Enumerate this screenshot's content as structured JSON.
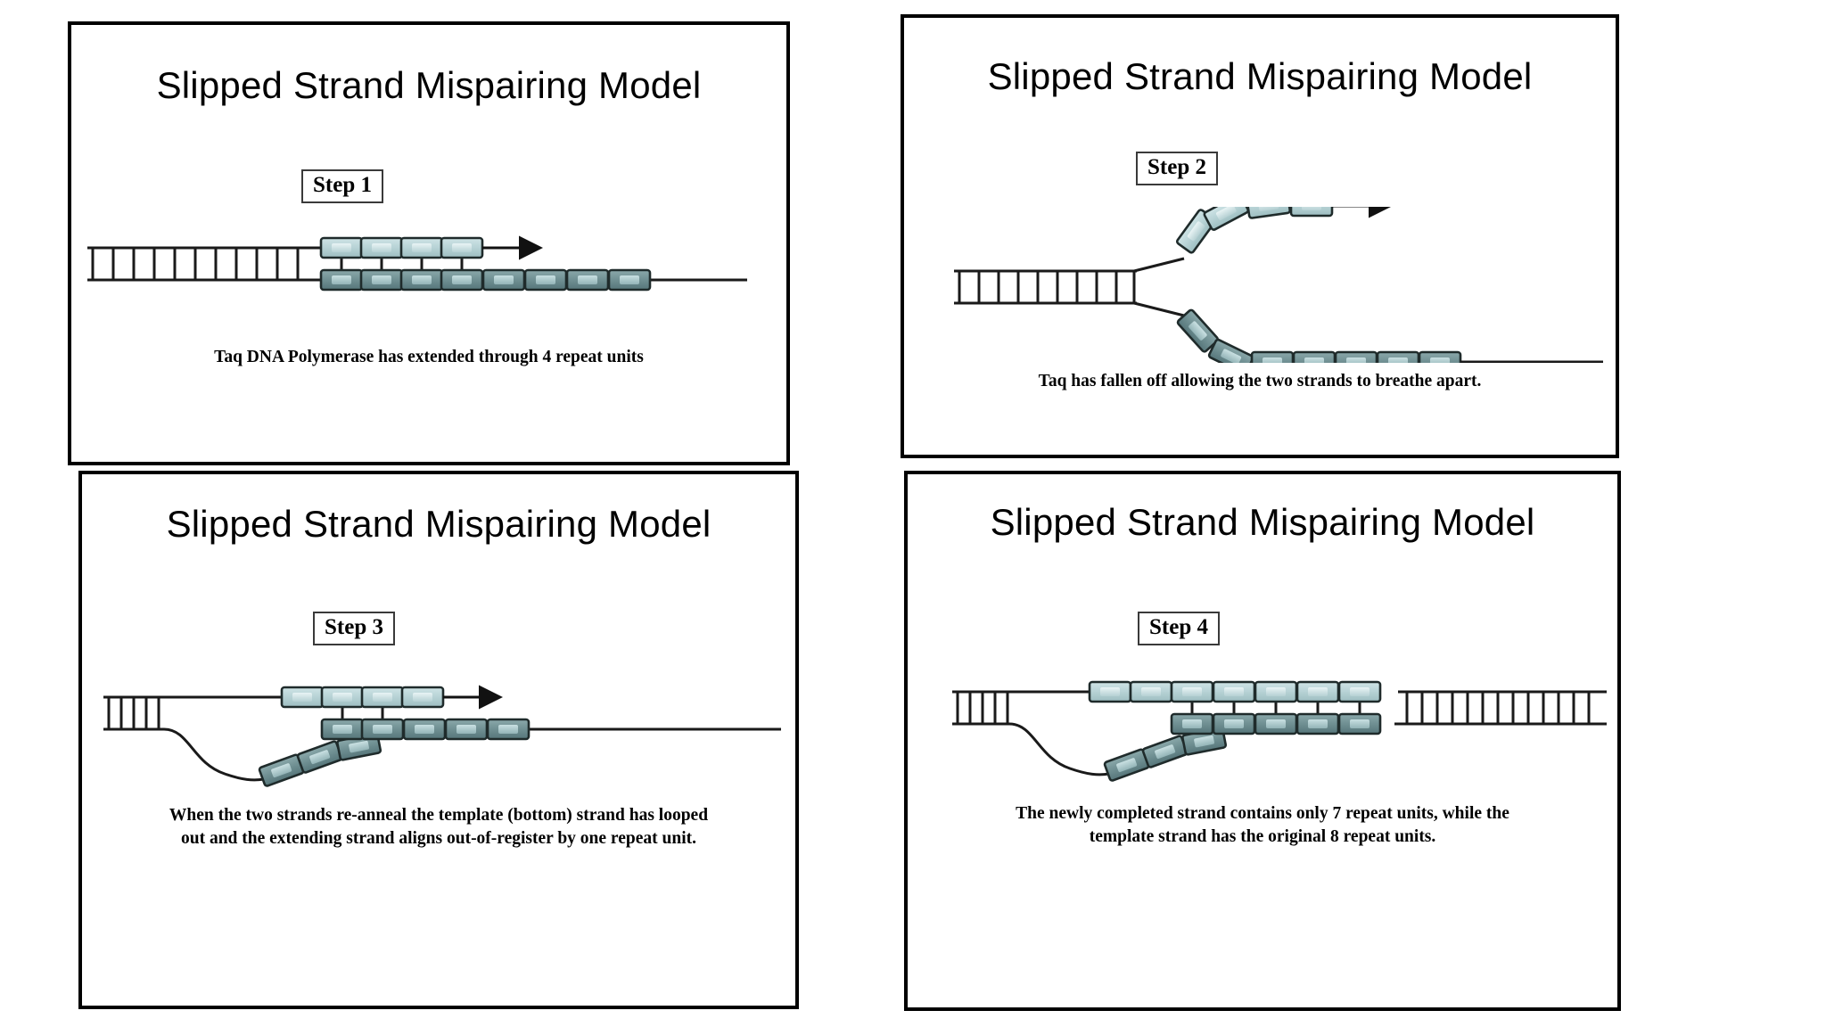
{
  "figure": {
    "kind": "four-panel slide sequence",
    "panel_count": 4
  },
  "panels": [
    {
      "id": "step-1",
      "title": "Slipped Strand Mispairing Model",
      "step_label": "Step 1",
      "caption_lines": [
        "Taq DNA Polymerase has extended through 4 repeat units"
      ],
      "diagram": {
        "description": "duplex DNA with ladder rungs at left; nascent top strand carries 4 repeat boxes ending in an arrow; template bottom strand carries 8 repeat boxes",
        "left_ladder_rungs": 11,
        "right_ladder_rungs": 0,
        "top_boxes": 4,
        "bottom_boxes": 8,
        "connectors": 4,
        "arrow": true,
        "loop_out": false,
        "fork": false
      }
    },
    {
      "id": "step-2",
      "title": "Slipped Strand Mispairing Model",
      "step_label": "Step 2",
      "caption_lines": [
        "Taq has fallen off allowing the two strands to breathe apart."
      ],
      "diagram": {
        "description": "strands separated into a fork; top nascent strand curves upward with 4 repeat boxes and arrow; bottom template strand curves downward with 7 repeat boxes",
        "left_ladder_rungs": 10,
        "right_ladder_rungs": 0,
        "top_boxes": 4,
        "bottom_boxes": 7,
        "connectors": 0,
        "arrow": true,
        "loop_out": false,
        "fork": true
      }
    },
    {
      "id": "step-3",
      "title": "Slipped Strand Mispairing Model",
      "step_label": "Step 3",
      "caption_lines": [
        "When the two strands re-anneal the template (bottom) strand has looped",
        "out and the extending strand aligns out-of-register by one repeat unit."
      ],
      "diagram": {
        "description": "strands re-annealed out of register; template strand loops out below, 3 tilted boxes climb back up to 5 aligned boxes; top strand has 4 boxes with arrow and 2 base-pair connectors",
        "left_ladder_rungs": 5,
        "right_ladder_rungs": 0,
        "top_boxes": 4,
        "bottom_boxes": 8,
        "connectors": 2,
        "arrow": true,
        "loop_out": true,
        "fork": false
      }
    },
    {
      "id": "step-4",
      "title": "Slipped Strand Mispairing Model",
      "step_label": "Step 4",
      "caption_lines": [
        "The newly completed strand contains only 7 repeat units, while the",
        "template strand has the original 8 repeat units."
      ],
      "diagram": {
        "description": "replication completed past the loop; new strand has 7 repeat boxes, template retains 8; duplex ladder resumes at right",
        "left_ladder_rungs": 5,
        "right_ladder_rungs": 13,
        "top_boxes": 7,
        "bottom_boxes": 8,
        "connectors": 5,
        "arrow": false,
        "loop_out": true,
        "fork": false
      }
    }
  ],
  "colors": {
    "panel_border": "#000000",
    "background": "#ffffff",
    "strand_line": "#1a1a1a",
    "box_outline": "#1f2b2b",
    "top_box_fill": "#cfe4e6",
    "top_box_fill_dark": "#a8c6c9",
    "top_box_inner": "#e6f2f3",
    "bottom_box_fill": "#7d9b9d",
    "bottom_box_fill_dark": "#5d7d80",
    "bottom_box_inner": "#b9d3d5",
    "text": "#000000"
  }
}
